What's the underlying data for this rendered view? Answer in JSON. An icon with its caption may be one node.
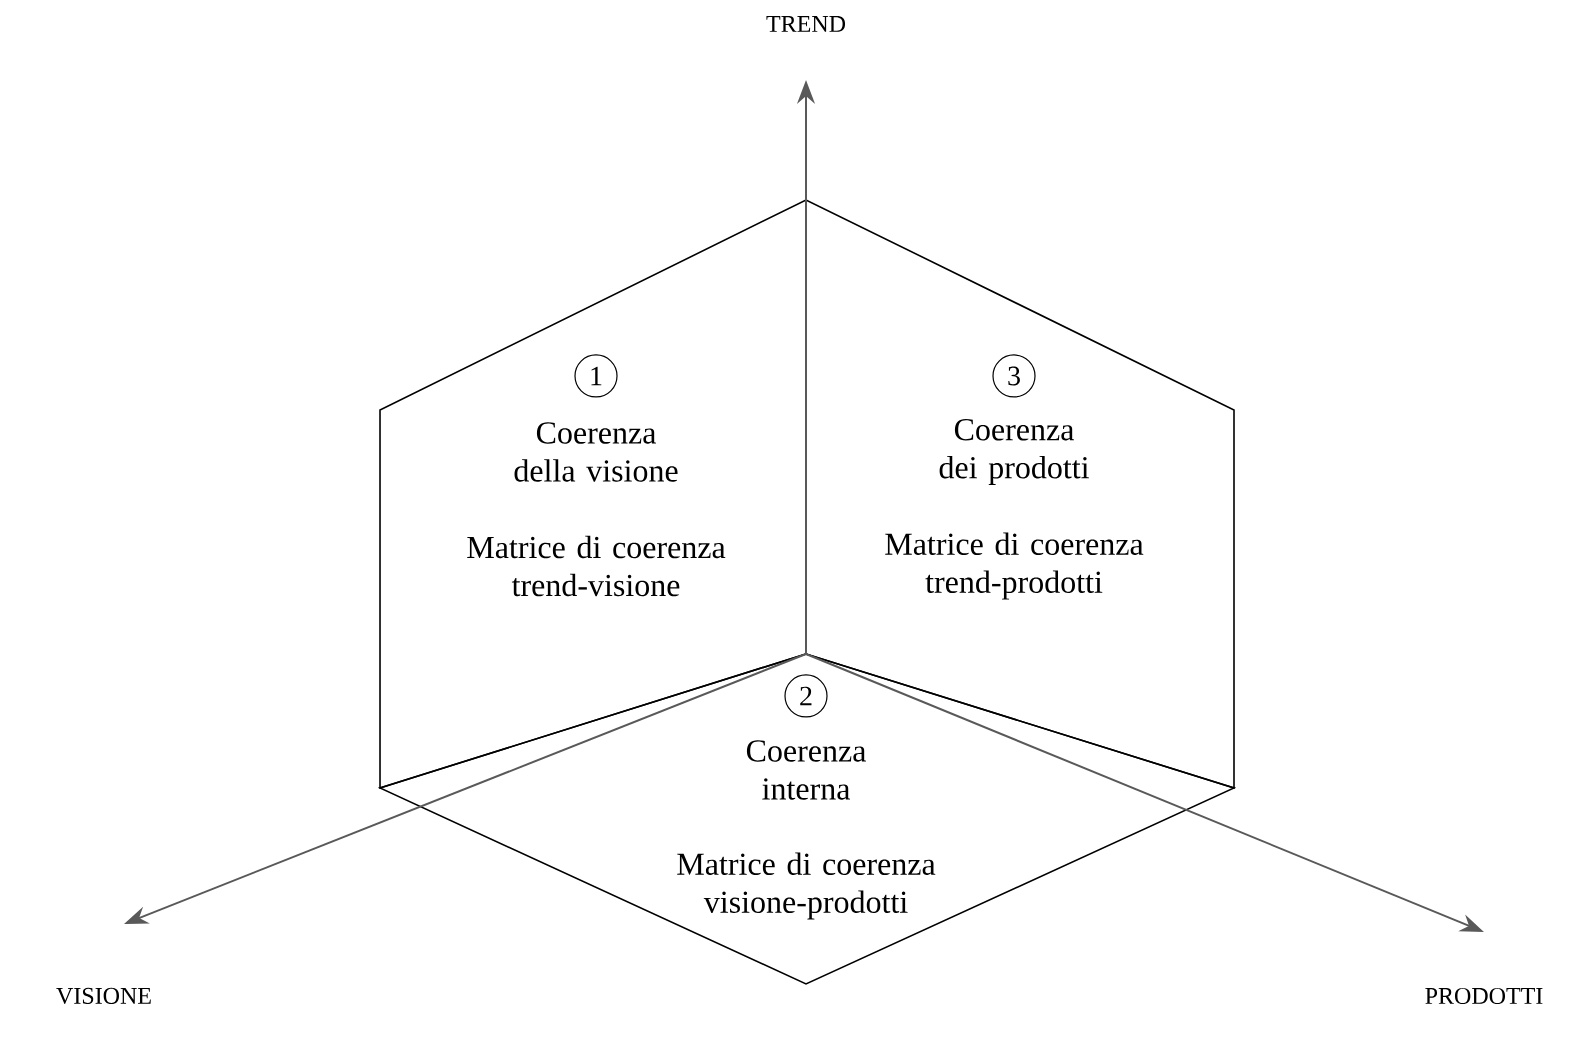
{
  "diagram": {
    "nodes": [
      {
        "text": [
          "1",
          "Coerenza della visione",
          "Matrice di coerenza trend-visione"
        ]
      },
      {
        "text": [
          "3",
          "Coerenza dei prodotti",
          "Matrice di coerenza trend-prodotti"
        ]
      },
      {
        "text": [
          "2",
          "Coerenza interna",
          "Matrice di coerenza visione-prodotti"
        ]
      }
    ],
    "labels": [
      "TREND",
      "VISIONE",
      "PRODOTTI"
    ]
  }
}
